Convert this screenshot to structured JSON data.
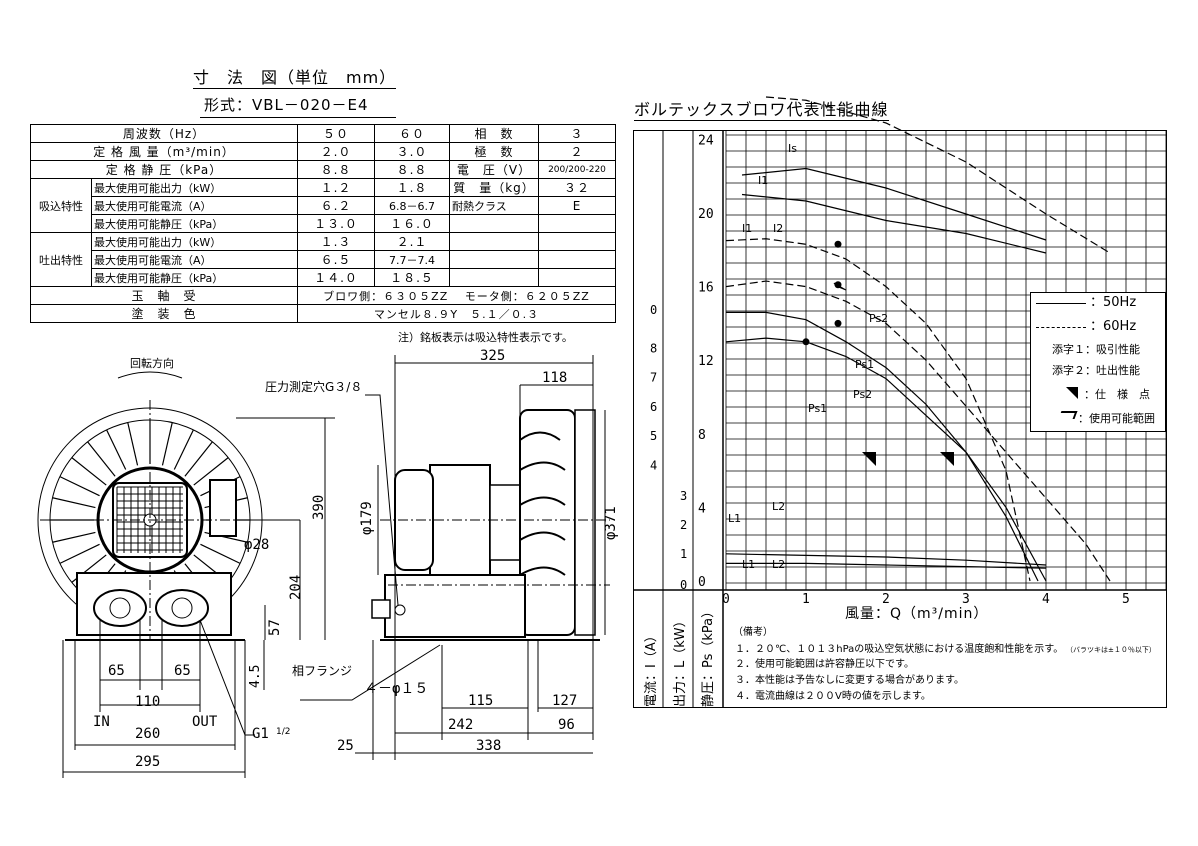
{
  "drawing": {
    "title": "寸　法　図（単位　mm）",
    "model": "形式：VBL－020－E4",
    "note": "注）銘板表示は吸込特性表示です。"
  },
  "spec_table": {
    "rows": [
      {
        "label": "周波数（Hz）",
        "v50": "５０",
        "v60": "６０",
        "k": "相　数",
        "kv": "３"
      },
      {
        "label": "定 格 風 量（m³/min）",
        "v50": "２.０",
        "v60": "３.０",
        "k": "極　数",
        "kv": "２"
      },
      {
        "label": "定 格 静 圧（kPa）",
        "v50": "８.８",
        "v60": "８.８",
        "k": "電　圧（V）",
        "kv": "200/200-220"
      },
      {
        "group": "吸込特性",
        "label": "最大使用可能出力（kW）",
        "v50": "１.２",
        "v60": "１.８",
        "k": "質　量（kg）",
        "kv": "３２"
      },
      {
        "label": "最大使用可能電流（A）",
        "v50": "６.２",
        "v60": "6.8－6.7",
        "k": "耐熱クラス",
        "kv": "E"
      },
      {
        "label": "最大使用可能静圧（kPa）",
        "v50": "１３.０",
        "v60": "１６.０",
        "k": "",
        "kv": ""
      },
      {
        "group": "吐出特性",
        "label": "最大使用可能出力（kW）",
        "v50": "１.３",
        "v60": "２.１",
        "k": "",
        "kv": ""
      },
      {
        "label": "最大使用可能電流（A）",
        "v50": "６.５",
        "v60": "7.7－7.4",
        "k": "",
        "kv": ""
      },
      {
        "label": "最大使用可能静圧（kPa）",
        "v50": "１４.０",
        "v60": "１８.５",
        "k": "",
        "kv": ""
      }
    ],
    "bearing_label": "玉　軸　受",
    "bearing_value": "ブロワ側：６３０５ZZ　 モータ側：６２０５ZZ",
    "paint_label": "塗　装　色",
    "paint_value": "マンセル８.９Y　５.１／０.３"
  },
  "front_view": {
    "rotation_label": "回転方向",
    "dims": {
      "d390": "390",
      "d204": "204",
      "d57": "57",
      "d4_5": "4.5",
      "d65a": "65",
      "d65b": "65",
      "d110": "110",
      "d260": "260",
      "d295": "295",
      "phi28": "φ28"
    },
    "in_label": "IN",
    "out_label": "OUT",
    "g_label": "G1",
    "g_frac": "1/2"
  },
  "side_view": {
    "pressure_port": "圧力測定穴G３/８",
    "flange": "相フランジ",
    "holes": "４－φ１５",
    "dims": {
      "d325": "325",
      "d118": "118",
      "phi179": "φ179",
      "phi371": "φ371",
      "d115": "115",
      "d127": "127",
      "d242": "242",
      "d96": "96",
      "d338": "338",
      "d25": "25"
    }
  },
  "chart_data": {
    "type": "line",
    "title": "ボルテックスブロワ代表性能曲線",
    "xlabel": "風量：Q（m³/min）",
    "x_ticks": [
      "0",
      "1",
      "2",
      "3",
      "4",
      "5"
    ],
    "xlim": [
      0,
      5.5
    ],
    "axes": [
      {
        "label": "電流：I（A）",
        "ticks": [
          "8",
          "7",
          "6",
          "5",
          "4",
          "0"
        ]
      },
      {
        "label": "出力：L（kW）",
        "ticks": [
          "3",
          "2",
          "1",
          "0"
        ]
      },
      {
        "label": "静圧：Ps（kPa）",
        "ticks": [
          "24",
          "20",
          "16",
          "12",
          "8",
          "4",
          "0"
        ]
      }
    ],
    "legend": {
      "solid": "：50Hz",
      "dashed": "：60Hz",
      "suffix1": "添字１：吸引性能",
      "suffix2": "添字２：吐出性能",
      "spec_point": "：仕　様　点",
      "range": "：使用可能範囲"
    },
    "notes_title": "（備考）",
    "notes": [
      "１．２０℃、１０１３hPaの吸込空気状態における温度飽和性能を示す。",
      "（バラツキは±１０％以下）",
      "２．使用可能範囲は許容静圧以下です。",
      "３．本性能は予告なしに変更する場合があります。",
      "４．電流曲線は２００V時の値を示します。"
    ],
    "series": [
      {
        "name": "Ps2",
        "line": "dashed",
        "x": [
          0,
          0.5,
          1,
          1.5,
          2,
          2.5,
          3,
          3.5,
          3.8
        ],
        "y": [
          18.5,
          18.6,
          18.3,
          17.5,
          16,
          14,
          11,
          6,
          0
        ]
      },
      {
        "name": "Ps1",
        "line": "dashed",
        "x": [
          0,
          0.5,
          1,
          1.5,
          2,
          2.5,
          3,
          3.5,
          4.5,
          4.8
        ],
        "y": [
          16,
          16.3,
          16,
          15.2,
          14,
          12,
          9.5,
          7,
          2,
          0
        ]
      },
      {
        "name": "Ps2",
        "line": "solid",
        "x": [
          0,
          0.5,
          1,
          1.5,
          2,
          2.5,
          3,
          3.5,
          3.9
        ],
        "y": [
          14.6,
          14.6,
          14.2,
          13,
          11.6,
          9.6,
          7,
          3.5,
          0
        ]
      },
      {
        "name": "Ps1",
        "line": "solid",
        "x": [
          0,
          0.5,
          1,
          1.5,
          2,
          2.5,
          3,
          3.5,
          4
        ],
        "y": [
          13,
          13.2,
          13,
          12.2,
          11,
          9,
          7,
          4,
          0
        ]
      },
      {
        "name": "Is",
        "line": "dashed",
        "x": [
          0.5,
          1,
          2,
          3,
          4,
          4.8
        ],
        "y": [
          8,
          7.95,
          7.6,
          7,
          6.2,
          5.6
        ]
      },
      {
        "name": "I1",
        "line": "solid",
        "x": [
          0.2,
          1,
          2,
          3,
          4
        ],
        "y": [
          6.8,
          6.9,
          6.6,
          6.2,
          5.8
        ]
      },
      {
        "name": "I2",
        "line": "solid",
        "x": [
          0.2,
          1,
          2,
          3,
          4
        ],
        "y": [
          6.5,
          6.4,
          6.1,
          5.9,
          5.6
        ]
      },
      {
        "name": "L1",
        "line": "solid",
        "x": [
          0,
          1,
          2,
          3,
          4
        ],
        "y": [
          1.7,
          1.6,
          1.5,
          1.3,
          1.0
        ]
      },
      {
        "name": "L2",
        "line": "solid",
        "x": [
          0,
          1,
          2,
          3,
          4
        ],
        "y": [
          1.1,
          1.1,
          1.0,
          0.9,
          0.8
        ]
      }
    ],
    "labels": [
      "Is",
      "I1",
      "I1",
      "I2",
      "L1",
      "L2",
      "L1",
      "L2",
      "Ps2",
      "Ps1",
      "Ps2",
      "Ps1"
    ]
  }
}
